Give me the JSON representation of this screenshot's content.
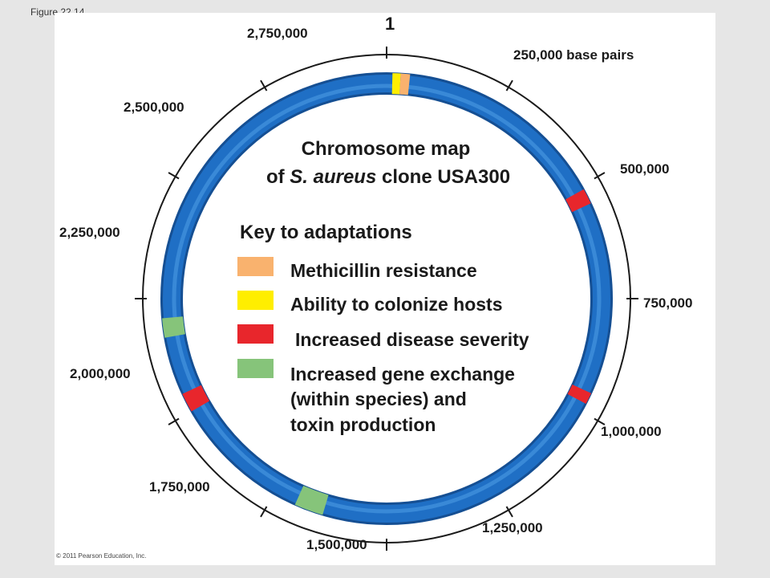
{
  "figure_label": "Figure 22.14",
  "copyright": "© 2011 Pearson Education, Inc.",
  "title": {
    "line1": "Chromosome map",
    "line2_prefix": "of ",
    "line2_italic": "S. aureus",
    "line2_suffix": " clone USA300"
  },
  "ticks": [
    {
      "label": "1"
    },
    {
      "label": "250,000 base pairs"
    },
    {
      "label": "500,000"
    },
    {
      "label": "750,000"
    },
    {
      "label": "1,000,000"
    },
    {
      "label": "1,250,000"
    },
    {
      "label": "1,500,000"
    },
    {
      "label": "1,750,000"
    },
    {
      "label": "2,000,000"
    },
    {
      "label": "2,250,000"
    },
    {
      "label": "2,500,000"
    },
    {
      "label": "2,750,000"
    }
  ],
  "key": {
    "title": "Key to adaptations",
    "items": [
      {
        "label": "Methicillin resistance",
        "color": "#f9b26e"
      },
      {
        "label": "Ability to colonize hosts",
        "color": "#ffee00"
      },
      {
        "label": "Increased disease severity",
        "color": "#e8262c"
      },
      {
        "label": "Increased gene exchange",
        "label2": "(within species) and",
        "label3": "toxin production",
        "color": "#86c47a"
      }
    ]
  },
  "colors": {
    "ring": "#1f6fc5",
    "ring_dark": "#154f93",
    "ring_light": "#4f9fe6",
    "outer_line": "#1a1a1a"
  }
}
